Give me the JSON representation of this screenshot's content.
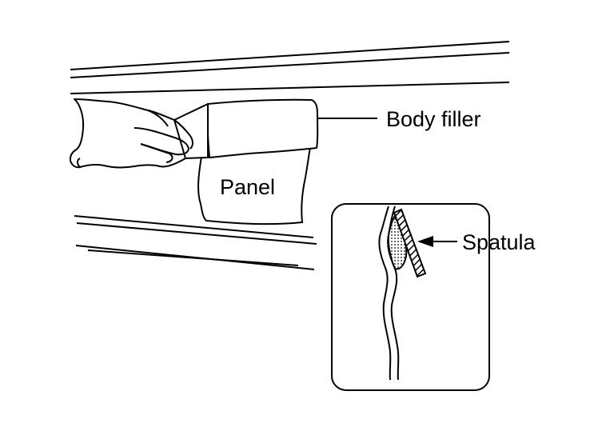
{
  "labels": {
    "body_filler": "Body filler",
    "panel": "Panel",
    "spatula": "Spatula"
  },
  "colors": {
    "ink": "#000000",
    "background": "#ffffff"
  }
}
